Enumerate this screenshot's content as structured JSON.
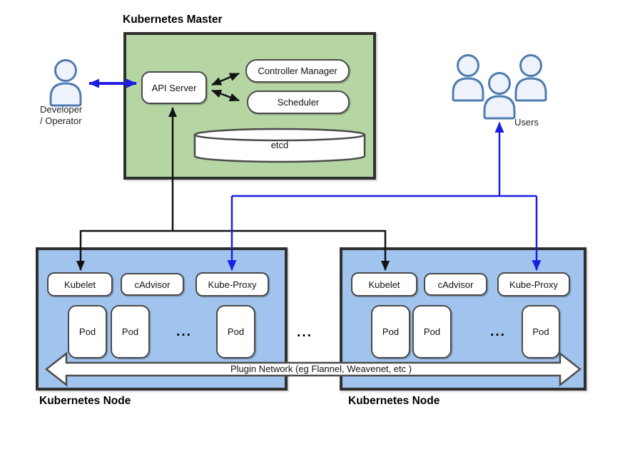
{
  "master": {
    "title": "Kubernetes Master",
    "api_server": "API Server",
    "controller_manager": "Controller Manager",
    "scheduler": "Scheduler",
    "etcd": "etcd"
  },
  "actors": {
    "developer_label": "Developer\n/ Operator",
    "users_label": "Users"
  },
  "nodes": [
    {
      "title": "Kubernetes Node",
      "components": [
        "Kubelet",
        "cAdvisor",
        "Kube-Proxy"
      ],
      "pods": [
        "Pod",
        "Pod",
        "Pod"
      ],
      "pods_ellipsis": "..."
    },
    {
      "title": "Kubernetes Node",
      "components": [
        "Kubelet",
        "cAdvisor",
        "Kube-Proxy"
      ],
      "pods": [
        "Pod",
        "Pod",
        "Pod"
      ],
      "pods_ellipsis": "..."
    }
  ],
  "more_nodes_ellipsis": "...",
  "plugin_network_label": "Plugin Network (eg Flannel, Weavenet, etc )",
  "colors": {
    "master_fill": "#b5d6a3",
    "node_fill": "#a1c4ee",
    "blue_arrow": "#1f1de4",
    "black_arrow": "#121212",
    "person_fill": "#eef2fa",
    "person_stroke": "#4f7cb0",
    "box_border": "#4a4a4a",
    "outer_border": "#2f2f2f"
  }
}
